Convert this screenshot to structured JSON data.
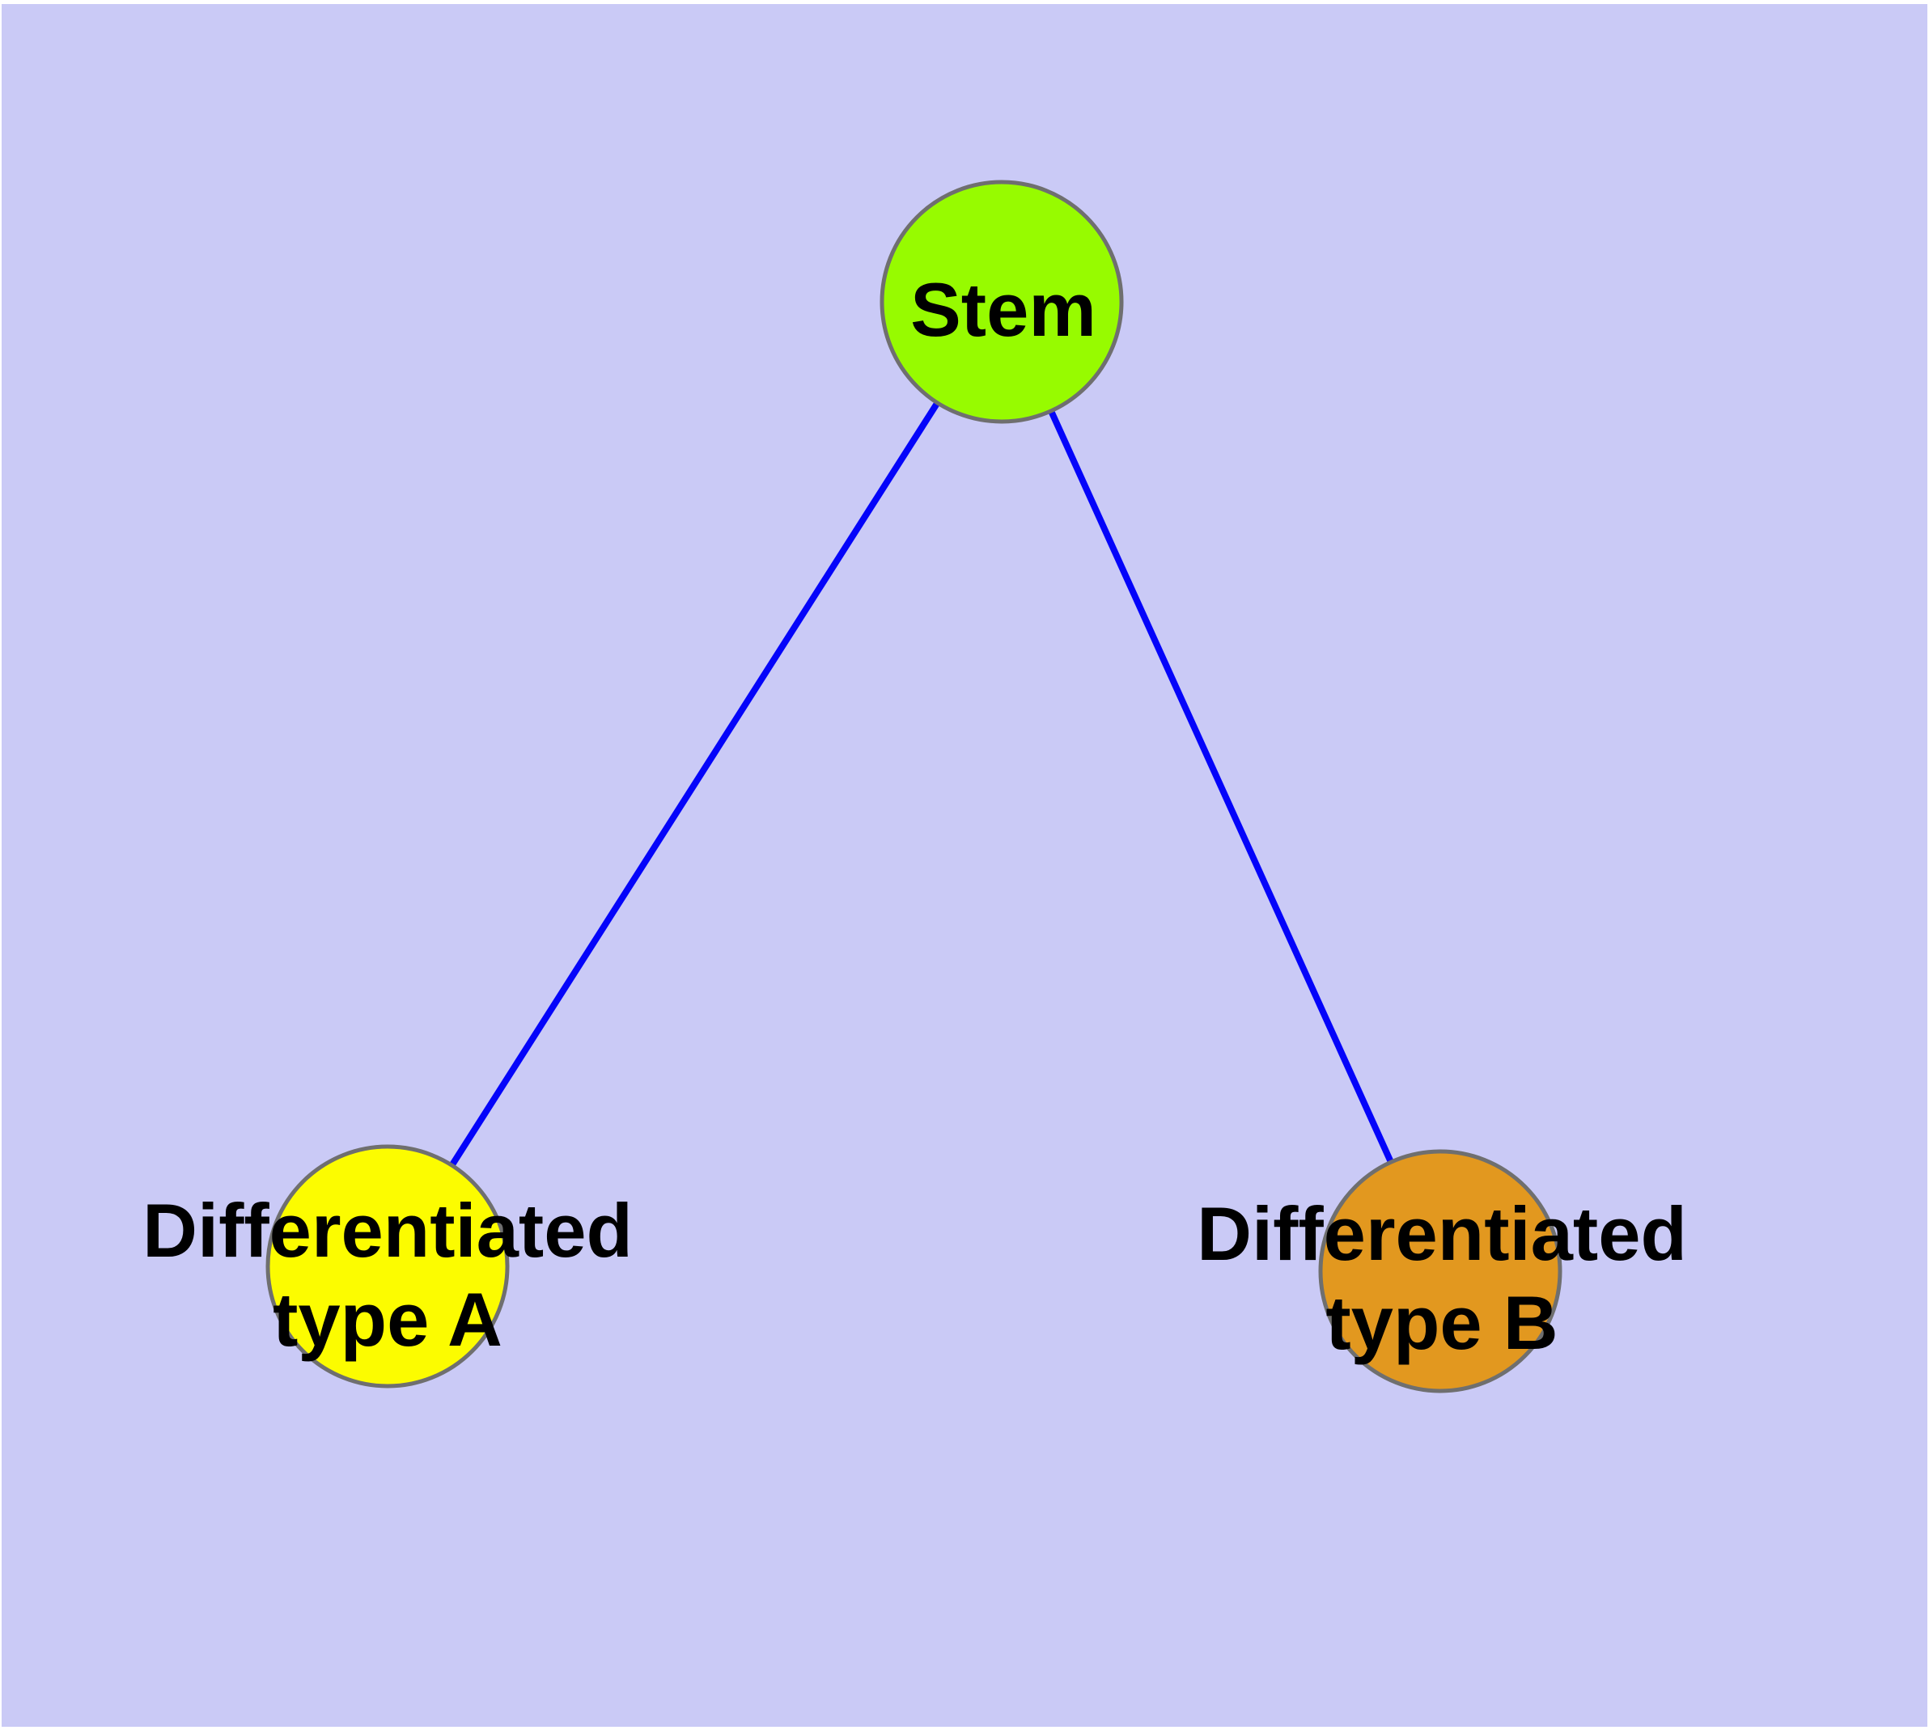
{
  "diagram": {
    "type": "node-link-graph",
    "background_color": "#CACAF6",
    "page_margin_color": "#FFFFFF",
    "edge_color": "#0404FA",
    "node_border_color": "#6F6F6F",
    "label_color": "#000000",
    "nodes": {
      "stem": {
        "label": "Stem",
        "color": "#97FB00"
      },
      "type_a": {
        "label": "Differentiated type A",
        "label_line1": "Differentiated",
        "label_line2": "type A",
        "color": "#FCFC00"
      },
      "type_b": {
        "label": "Differentiated type B",
        "label_line1": "Differentiated",
        "label_line2": "type B",
        "color": "#E2981F"
      }
    },
    "edges": [
      {
        "from": "Stem",
        "to": "Differentiated type A"
      },
      {
        "from": "Stem",
        "to": "Differentiated type B"
      }
    ]
  }
}
